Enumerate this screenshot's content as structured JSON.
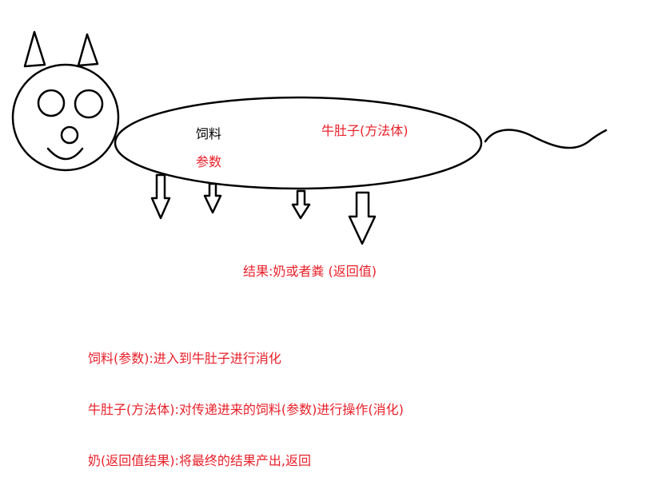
{
  "labels": {
    "feed": "饲料",
    "params": "参数",
    "stomach": "牛肚子(方法体)",
    "result": "结果:奶或者粪 (返回值)"
  },
  "notes": [
    "饲料(参数):进入到牛肚子进行消化",
    "牛肚子(方法体):对传递进来的饲料(参数)进行操作(消化)",
    "奶(返回值结果):将最终的结果产出,返回"
  ],
  "colors": {
    "text_red": "#e8202a",
    "stroke": "#000000"
  }
}
